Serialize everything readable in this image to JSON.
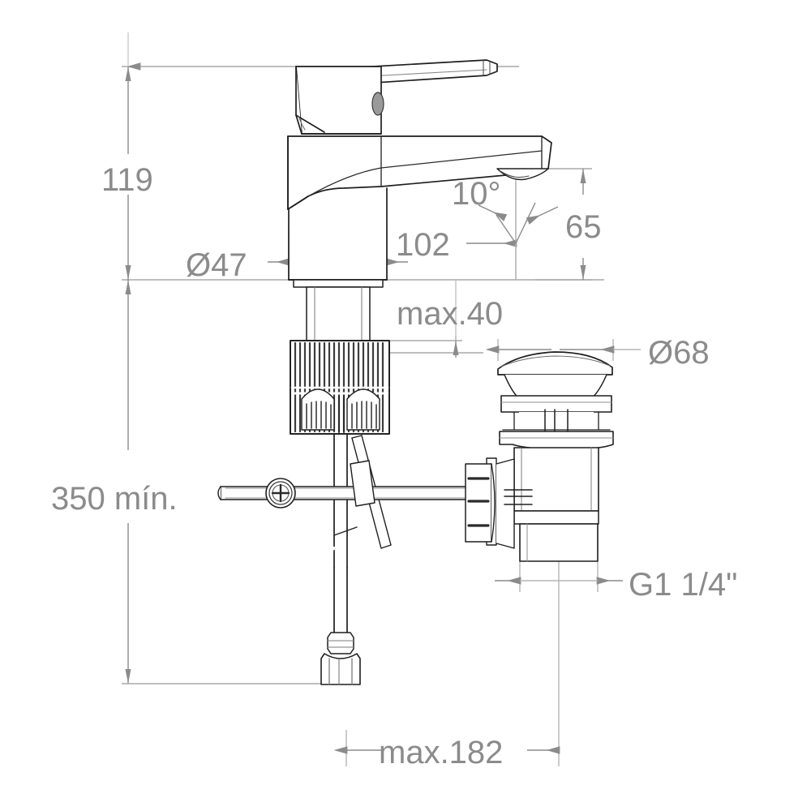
{
  "document": {
    "type": "technical-dimension-drawing",
    "subject": "single-lever basin mixer tap with pop-up waste",
    "units": "mm",
    "background_color": "#ffffff",
    "line_color": "#1a1a1a",
    "dimension_color": "#8b8b8b"
  },
  "dimensions": {
    "height_total": {
      "label": "119",
      "value": 119,
      "orientation": "vertical",
      "position": "left"
    },
    "spout_reach": {
      "label": "102",
      "value": 102,
      "orientation": "horizontal",
      "position": "center"
    },
    "spout_height": {
      "label": "65",
      "value": 65,
      "orientation": "vertical",
      "position": "right-of-spout"
    },
    "spout_angle": {
      "label": "10°",
      "value": 10,
      "orientation": "angular",
      "position": "spout-tip"
    },
    "base_diameter": {
      "label": "Ø47",
      "value": 47,
      "orientation": "horizontal",
      "position": "base"
    },
    "deck_thickness": {
      "label": "max.40",
      "value": 40,
      "orientation": "vertical",
      "position": "mounting-shank"
    },
    "waste_flange_diameter": {
      "label": "Ø68",
      "value": 68,
      "orientation": "horizontal",
      "position": "waste-top"
    },
    "supply_length": {
      "label": "350 mín.",
      "value": 350,
      "orientation": "vertical",
      "position": "left"
    },
    "waste_thread": {
      "label": "G1 1/4\"",
      "value": "G1 1/4",
      "orientation": "horizontal",
      "position": "waste-outlet"
    },
    "hose_reach": {
      "label": "max.182",
      "value": 182,
      "orientation": "horizontal",
      "position": "bottom"
    }
  },
  "parts": [
    {
      "name": "lever-handle",
      "label": "lever handle"
    },
    {
      "name": "cartridge-housing",
      "label": "cartridge housing"
    },
    {
      "name": "spout-body",
      "label": "spout body"
    },
    {
      "name": "aerator-outlet",
      "label": "aerator outlet"
    },
    {
      "name": "mounting-shank",
      "label": "mounting shank"
    },
    {
      "name": "knurled-fixing-nut",
      "label": "knurled fixing nut"
    },
    {
      "name": "pull-rod",
      "label": "pop-up pull rod"
    },
    {
      "name": "rod-screw",
      "label": "rod clamp screw"
    },
    {
      "name": "flexible-hose",
      "label": "flexible supply hose"
    },
    {
      "name": "hose-connector-nut",
      "label": "hose connector nut"
    },
    {
      "name": "waste-stopper",
      "label": "pop-up waste stopper"
    },
    {
      "name": "waste-flange",
      "label": "waste flange"
    },
    {
      "name": "waste-body",
      "label": "waste body"
    },
    {
      "name": "waste-lock-nut",
      "label": "waste lock nut"
    },
    {
      "name": "waste-side-nut",
      "label": "waste side knurled nut"
    },
    {
      "name": "waste-tailpiece",
      "label": "waste tailpiece"
    }
  ]
}
